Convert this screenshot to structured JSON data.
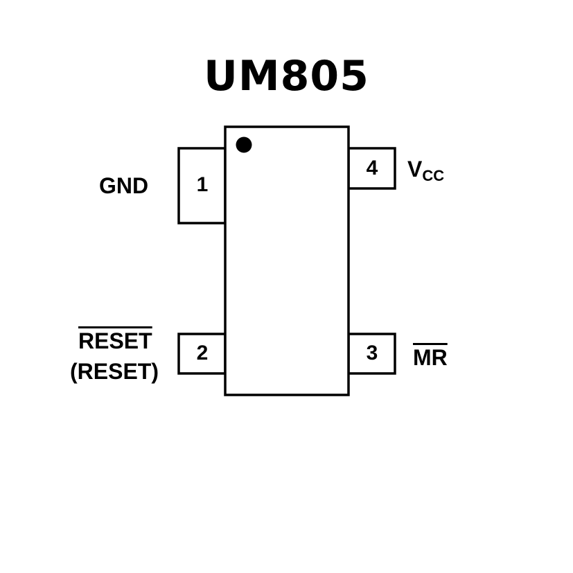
{
  "title": "UM805",
  "package": {
    "pins": [
      {
        "number": "1",
        "label": "GND",
        "side": "left"
      },
      {
        "number": "2",
        "label_line1": "RESET",
        "label_line1_overbar": true,
        "label_line2": "(RESET)",
        "side": "left"
      },
      {
        "number": "3",
        "label": "MR",
        "label_overbar": true,
        "side": "right"
      },
      {
        "number": "4",
        "label_main": "V",
        "label_sub": "CC",
        "side": "right"
      }
    ],
    "pin1_marker": "filled-dot",
    "stroke_color": "#000000",
    "fill_color": "#ffffff"
  }
}
